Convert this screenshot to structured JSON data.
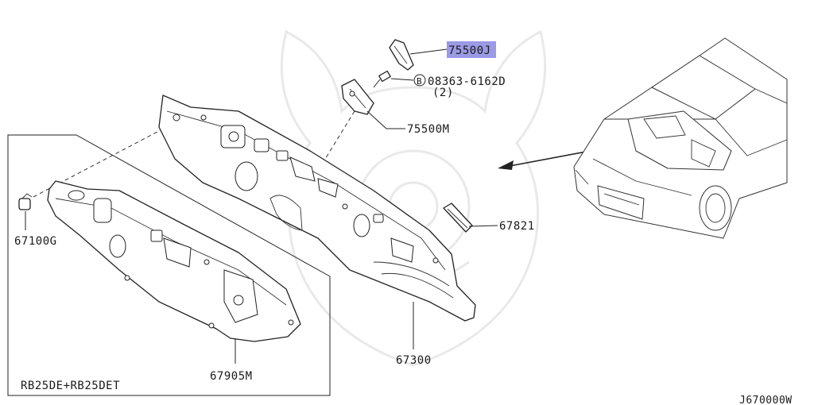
{
  "labels": {
    "p75500J": "75500J",
    "bolt_circle": "B",
    "bolt": "08363-6162D",
    "bolt_qty": "(2)",
    "p75500M": "75500M",
    "p67821": "67821",
    "p67100G": "67100G",
    "p67300": "67300",
    "p67905M": "67905M",
    "engine_variant": "RB25DE+RB25DET",
    "diagram_code": "J670000W"
  },
  "colors": {
    "highlight": "#9a9ae6",
    "line": "#222222",
    "watermark": "#e9e9e9"
  }
}
